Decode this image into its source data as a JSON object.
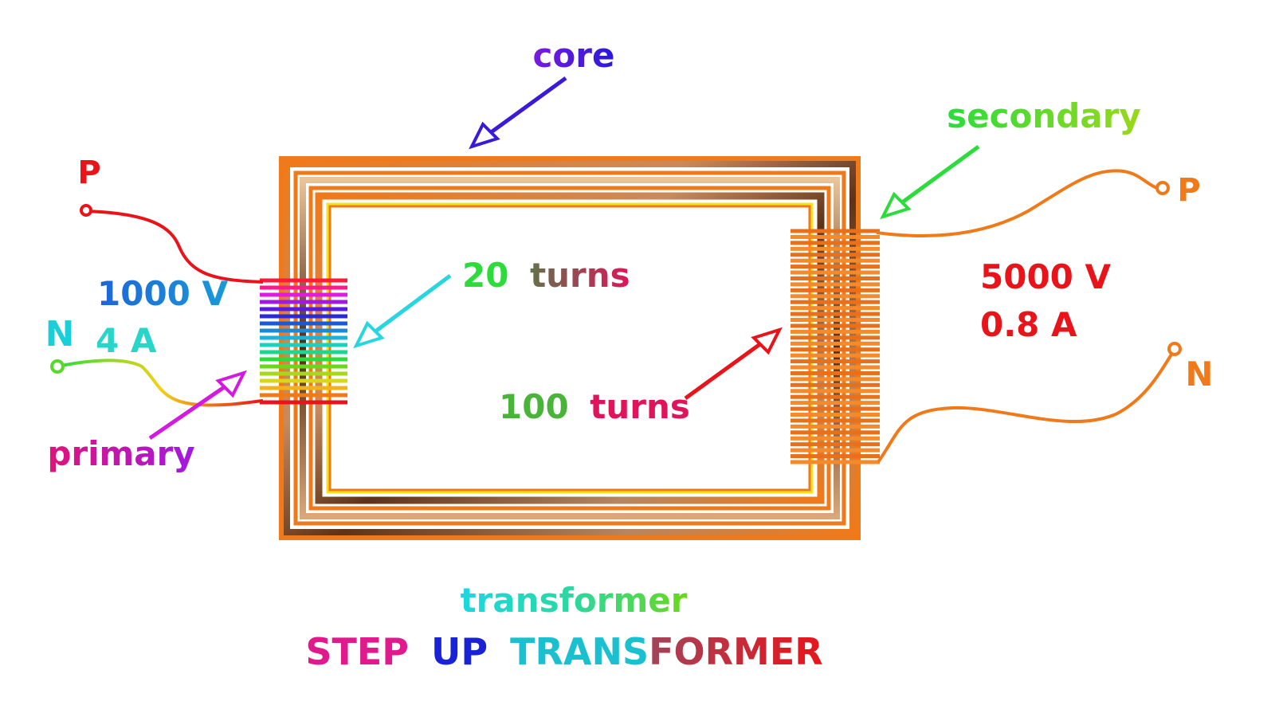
{
  "labels": {
    "core": "core",
    "secondary": "secondary",
    "primary": "primary",
    "primary_turns_num": "20",
    "primary_turns_word": "turns",
    "secondary_turns_num": "100",
    "secondary_turns_word": "turns",
    "primary_voltage": "1000 V",
    "primary_current": "4 A",
    "secondary_voltage": "5000 V",
    "secondary_current": "0.8 A",
    "primary_p": "P",
    "primary_n": "N",
    "secondary_p": "P",
    "secondary_n": "N",
    "caption": "transformer",
    "title_step": "STEP",
    "title_up": "UP",
    "title_trans": "TRANS",
    "title_former": "FORMER"
  },
  "colors": {
    "core_orange": "#f07a1a",
    "core_brown": "#6b3a1f",
    "core_yellow": "#f3e21c",
    "label_red": "#e8141a",
    "label_blue": "#1e64d8",
    "label_teal": "#27d6c8",
    "label_green": "#2bdc3a",
    "label_violet": "#3a1ad8",
    "label_magenta": "#e01ab0",
    "secondary_green": "#3fd81a",
    "title_magenta": "#e01a8c",
    "title_blue": "#1a22d8",
    "title_teal": "#1ac0d0"
  }
}
